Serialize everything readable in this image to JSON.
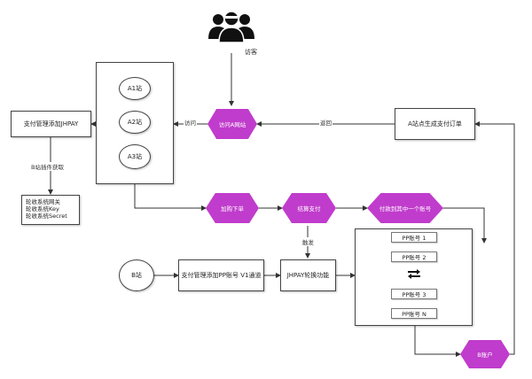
{
  "visitor": {
    "icon": "users-group-icon",
    "label": "访客"
  },
  "a_sites": [
    "A1站",
    "A2站",
    "A3站"
  ],
  "hexes": {
    "visit_a": "访问A网站",
    "add_cart": "加购下单",
    "checkout": "结算支付",
    "pick_account": "付款到其中一个账号",
    "b_account": "B账户"
  },
  "boxes": {
    "payment_mgmt": "支付管理添加JHPAY",
    "system_creds": [
      "轮收系统网关",
      "轮收系统Key",
      "轮收系统Secret"
    ],
    "a_create_order": "A站点生成支付订单",
    "b_site": "B站",
    "b_payment_mgmt": "支付管理添加PP账号 V1通道",
    "jhpay_rotate": "JHPAY轮换功能"
  },
  "pp_accounts": [
    "PP账号 1",
    "PP账号 2",
    "PP账号 3",
    "PP账号 N"
  ],
  "rotate_icon": "rotate-arrows-icon",
  "edge_labels": {
    "visit": "访问",
    "return": "返回",
    "b_plugin": "B站插件获取",
    "trigger": "触发"
  },
  "colors": {
    "hex": "#c03ccc",
    "line": "#333333"
  }
}
